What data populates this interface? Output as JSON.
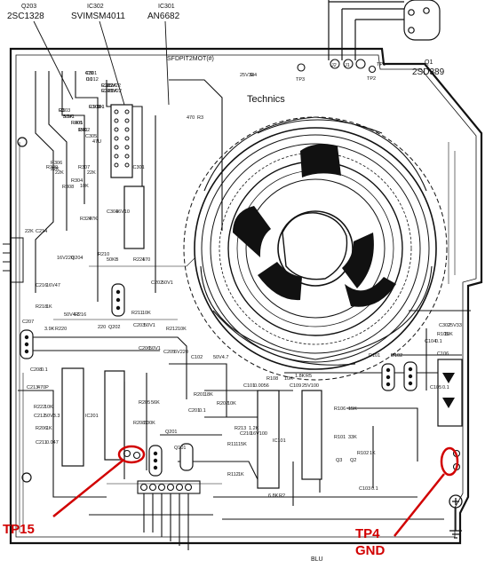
{
  "header_labels": [
    {
      "ref": "Q203",
      "part": "2SC1328"
    },
    {
      "ref": "IC302",
      "part": "SVIMSM4011"
    },
    {
      "ref": "IC301",
      "part": "AN6682"
    }
  ],
  "q1_labels": {
    "ref": "Q1",
    "part": "2SD389"
  },
  "board_markings": {
    "pcb_code": "SFDPIT2MOT(#)",
    "brand": "Technics",
    "blu": "BLU"
  },
  "tp_pins": [
    "TP3",
    "J2",
    "J1",
    "TP2",
    "TP1"
  ],
  "components": [
    "C301",
    "0.012",
    "R302",
    "3.3K",
    "R301",
    "1.5K",
    "C303",
    "50V1",
    "R303",
    "5K",
    "R305",
    "15K",
    "C305",
    "47U",
    "R307",
    "22K",
    "R304",
    "10K",
    "R306",
    "22K",
    "C304",
    "16V10",
    "R320",
    "47K",
    "R309",
    "22K",
    "R308",
    "22K",
    "C214",
    "16V220",
    "Q204",
    "R210",
    "50KB",
    "R221",
    "470",
    "C216",
    "16V47",
    "R218",
    "1K",
    "C202",
    "50V1",
    "R211",
    "10K",
    "C207",
    "50V4.7",
    "R216",
    "3.9K",
    "R220",
    "220",
    "Q202",
    "C203",
    "50V1",
    "R212",
    "10K",
    "C206",
    "50V1",
    "C205",
    "6V220",
    "C208",
    "0.1",
    "C213",
    "470P",
    "R222",
    "10K",
    "C212",
    "50V3.3",
    "R206",
    "1K",
    "C211",
    "0.047",
    "R208",
    "330K",
    "R205",
    "56K",
    "C201",
    "0.1",
    "R201",
    "18K",
    "R202",
    "10K",
    "R213",
    "1.2K",
    "C210",
    "16V100",
    "R111",
    "15K",
    "R112",
    "1K",
    "C102",
    "50V4.7",
    "C101",
    "0.0056",
    "R108",
    "10K",
    "C109",
    "25V100",
    "D101",
    "D102",
    "R106",
    "15K",
    "R101",
    "33K",
    "R102",
    "1K",
    "C103",
    "0.1",
    "Q3",
    "Q2",
    "C302",
    "25V33",
    "R105",
    "10K",
    "C104",
    "0.1",
    "C105",
    "0.1",
    "C106",
    "25V33",
    "R4",
    "470",
    "R3",
    "6.8K",
    "R2",
    "1.8K",
    "R5",
    "470",
    "D1",
    "C2",
    "25V22",
    "C3",
    "25V22",
    "R1",
    "3.9K",
    "C107",
    "0.1",
    "R401",
    "R402"
  ],
  "ic_labels": [
    "IC301",
    "IC201",
    "IC101",
    "Q201",
    "Q101"
  ],
  "annotations": [
    {
      "name": "TP15",
      "lines": [
        "TP15"
      ]
    },
    {
      "name": "TP4",
      "lines": [
        "TP4",
        "GND"
      ]
    }
  ],
  "colors": {
    "board_line": "#111111",
    "annotation": "#d10000",
    "background": "#ffffff"
  }
}
